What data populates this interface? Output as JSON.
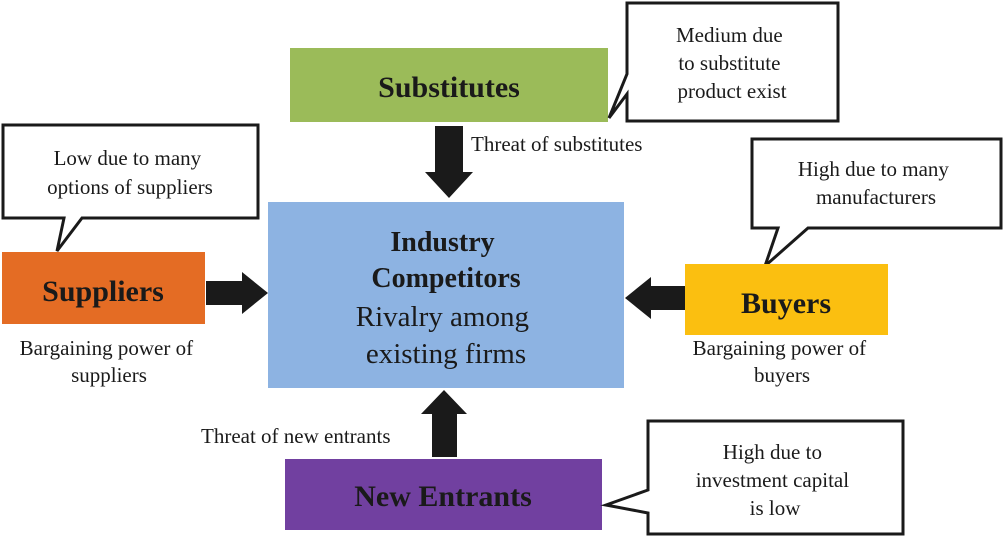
{
  "colors": {
    "substitutes": "#9bbb59",
    "industry": "#8db3e2",
    "suppliers": "#e46c24",
    "buyers": "#fbbf10",
    "new_entrants": "#7140a0",
    "arrow": "#1a1a1a"
  },
  "substitutes": {
    "title": "Substitutes",
    "label": "Threat of substitutes",
    "callout": [
      "Medium due",
      "to substitute",
      "product exist"
    ]
  },
  "industry": {
    "title_line1": "Industry",
    "title_line2": "Competitors",
    "sub_line1": "Rivalry among",
    "sub_line2": "existing firms"
  },
  "suppliers": {
    "title": "Suppliers",
    "label_line1": "Bargaining power of",
    "label_line2": "suppliers",
    "callout": [
      "Low due to many",
      "options of suppliers"
    ]
  },
  "buyers": {
    "title": "Buyers",
    "label_line1": "Bargaining power of",
    "label_line2": "buyers",
    "callout": [
      "High due to many",
      "manufacturers"
    ]
  },
  "new_entrants": {
    "title": "New Entrants",
    "label": "Threat of new entrants",
    "callout": [
      "High due to",
      "investment capital",
      "is low"
    ]
  }
}
